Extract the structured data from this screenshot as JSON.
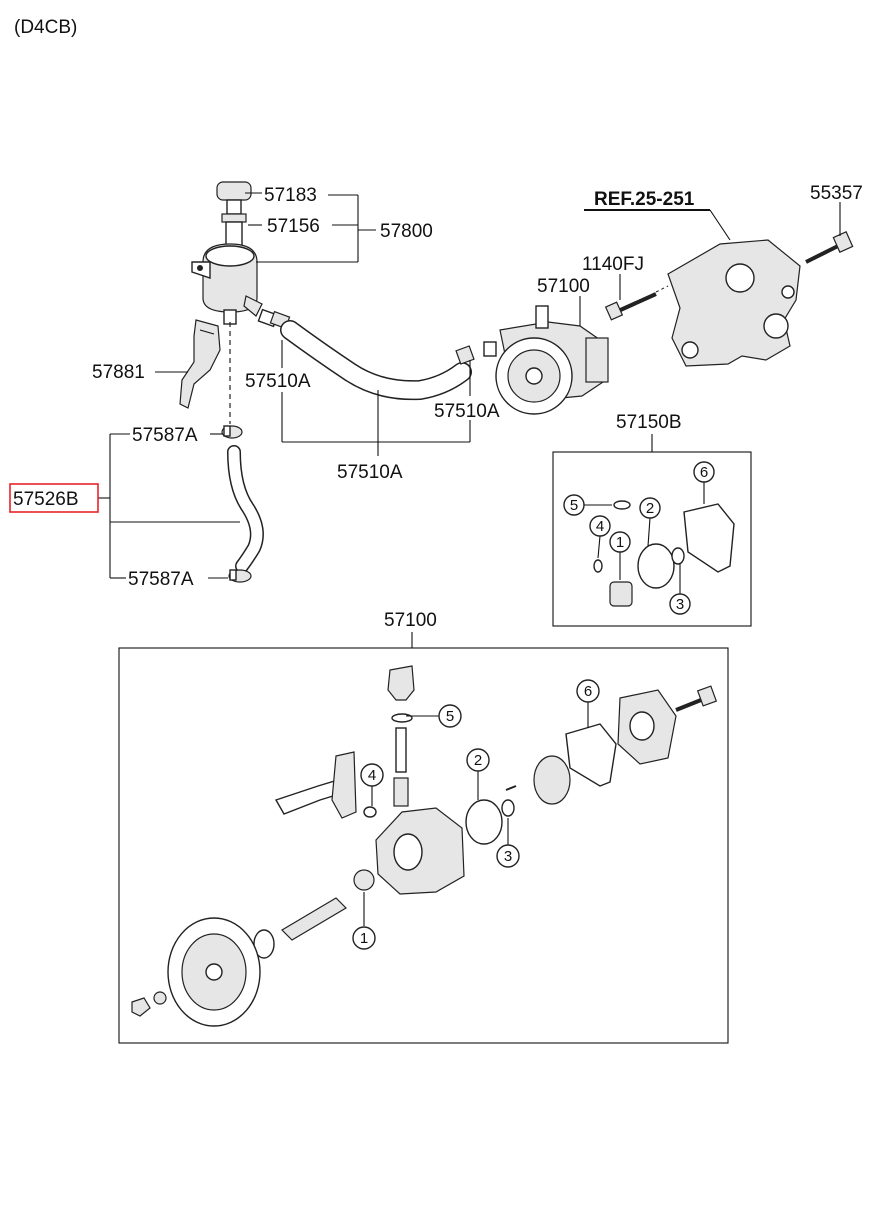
{
  "header": {
    "engine_code": "(D4CB)"
  },
  "labels": {
    "cap": "57183",
    "filter": "57156",
    "reservoir_assy": "57800",
    "ref": "REF.25-251",
    "bolt_top": "55357",
    "bolt_pump": "1140FJ",
    "pump_top": "57100",
    "bracket": "57881",
    "hose_left": "57510A",
    "hose_right": "57510A",
    "hose_main": "57510A",
    "clamp_upper": "57587A",
    "clamp_lower": "57587A",
    "hose_selected": "57526B",
    "kit": "57150B",
    "pump_exploded": "57100"
  },
  "callouts": {
    "kit": [
      "1",
      "2",
      "3",
      "4",
      "5",
      "6"
    ],
    "exploded": [
      "1",
      "2",
      "3",
      "4",
      "5",
      "6"
    ]
  },
  "highlight_color": "#e8232a"
}
